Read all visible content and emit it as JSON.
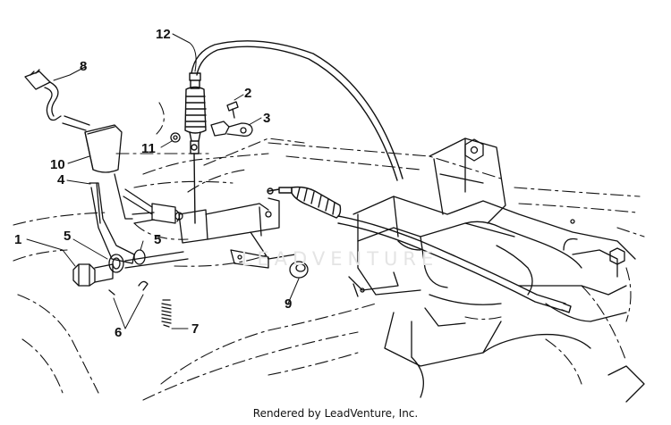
{
  "diagram": {
    "callouts": [
      {
        "id": "12",
        "label": "12"
      },
      {
        "id": "8",
        "label": "8"
      },
      {
        "id": "2",
        "label": "2"
      },
      {
        "id": "3",
        "label": "3"
      },
      {
        "id": "11",
        "label": "11"
      },
      {
        "id": "10",
        "label": "10"
      },
      {
        "id": "4",
        "label": "4"
      },
      {
        "id": "5a",
        "label": "5"
      },
      {
        "id": "5b",
        "label": "5"
      },
      {
        "id": "1",
        "label": "1"
      },
      {
        "id": "6",
        "label": "6"
      },
      {
        "id": "7",
        "label": "7"
      },
      {
        "id": "9",
        "label": "9"
      }
    ],
    "watermark": "LEADVENTURE",
    "footer": "Rendered by LeadVenture, Inc."
  }
}
